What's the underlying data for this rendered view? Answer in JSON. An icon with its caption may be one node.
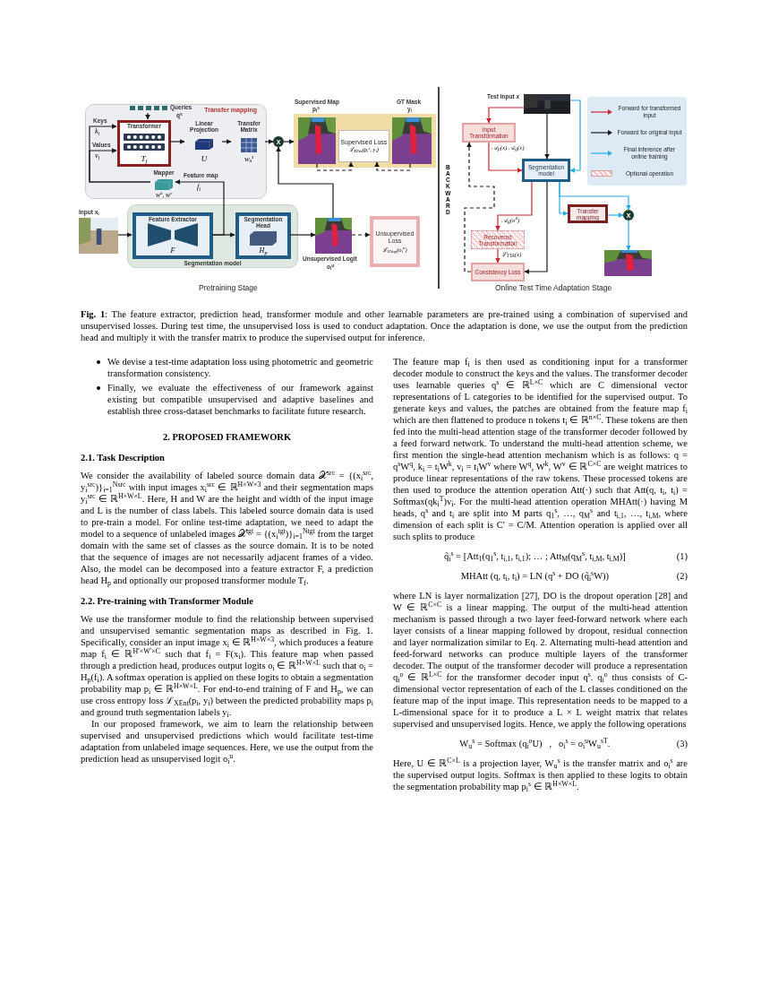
{
  "diagram": {
    "caption": "**Fig. 1**: The feature extractor, prediction head, transformer module and other learnable parameters are pre-trained using a combination of supervised and unsupervised losses. During test time, the unsupervised loss is used to conduct adaptation. Once the adaptation is done, we use the output from the prediction head and multiply it with the transfer matrix to produce the supervised output for inference.",
    "nodes": [
      {
        "text": [
          "Transfer mapping"
        ]
      },
      {
        "text": [
          "Transformer",
          "T$_{f}$"
        ],
        "in": 0
      },
      {
        "text": [
          "Linear Projection",
          "U"
        ],
        "in": 0
      },
      {
        "text": [
          "Transfer Matrix",
          "W$_{u}$$^{s}$"
        ],
        "in": 0
      },
      {
        "text": [
          "X"
        ]
      },
      {
        "text": [],
        "shape": "box"
      },
      {
        "text": [],
        "shape": "picture",
        "in": 5,
        "beside": [
          "Supervised Map",
          "p$_{i}$$^{s}$"
        ]
      },
      {
        "text": [
          "Supervised Loss",
          "ℒ$_{XEnt}$(p$_{i}$$^{s}$, y$_{i}$)"
        ],
        "in": 5
      },
      {
        "text": [],
        "shape": "picture",
        "in": 5,
        "beside": [
          "GT Mask",
          "y$_{i}$"
        ]
      },
      {
        "text": [
          "Mapper",
          "W$^{k}$, W$^{v}$"
        ],
        "in": 0
      },
      {
        "text": [],
        "shape": "box",
        "in": 0,
        "beside": [
          "Queries",
          "q$^{s}$"
        ]
      },
      {
        "text": [
          "Segmentation model"
        ]
      },
      {
        "text": [
          "Feature Extractor",
          "F"
        ],
        "in": 11
      },
      {
        "text": [
          "Segmentation Head",
          "H$_{p}$"
        ],
        "in": 11
      },
      {
        "text": [],
        "shape": "picture",
        "beside": [
          "Input x$_{i}$"
        ]
      },
      {
        "text": [],
        "shape": "picture",
        "beside": [
          "Unsupervised Logit",
          "o$_{i}$$^{u}$"
        ]
      },
      {
        "text": [
          "Unsupervised Loss",
          "ℒ$_{USup}$(o$_{i}$$^{u}$)"
        ]
      },
      {
        "text": [],
        "shape": "picture",
        "beside": [
          "Test Input *x*"
        ]
      },
      {
        "text": [
          "Input Transformation"
        ]
      },
      {
        "text": [
          "Segmentation model"
        ]
      },
      {
        "text": [
          "Transfer mapping"
        ]
      },
      {
        "text": [
          "X"
        ]
      },
      {
        "text": [],
        "shape": "picture"
      },
      {
        "text": [
          "Recovered Transformation"
        ]
      },
      {
        "text": [
          "Consistency Loss"
        ]
      }
    ],
    "edges": [
      {
        "from": 14,
        "to": 12,
        "arrow": "to"
      },
      {
        "from": 12,
        "to": 13,
        "arrow": "to"
      },
      {
        "from": 12,
        "to": 9,
        "arrow": "to",
        "label": "Feature map"
      },
      {
        "from": 13,
        "to": 15,
        "arrow": "to"
      },
      {
        "from": 15,
        "to": 16,
        "arrow": "to",
        "style": "dashed"
      },
      {
        "from": 15,
        "to": 4,
        "arrow": "to"
      },
      {
        "from": 9,
        "to": 1,
        "arrow": "to",
        "label": "Keys"
      },
      {
        "from": 9,
        "to": 1,
        "arrow": "to",
        "label": "Values"
      },
      {
        "from": 10,
        "to": 1,
        "arrow": "to"
      },
      {
        "from": 1,
        "to": 2,
        "arrow": "to"
      },
      {
        "from": 2,
        "to": 3,
        "arrow": "to"
      },
      {
        "from": 3,
        "to": 4,
        "arrow": "to"
      },
      {
        "from": 4,
        "to": 5,
        "arrow": "to"
      },
      {
        "from": 6,
        "to": 7,
        "arrow": "to",
        "style": "dashed"
      },
      {
        "from": 8,
        "to": 7,
        "arrow": "to",
        "style": "dashed"
      },
      {
        "from": 17,
        "to": 18,
        "arrow": "to",
        "color": "#c8282e"
      },
      {
        "from": 18,
        "to": 19,
        "arrow": "to",
        "color": "#c8282e",
        "label": "𝒜$_{p}$(x) 𝒜$_{g}$(x)"
      },
      {
        "from": 17,
        "to": 19,
        "arrow": "to"
      },
      {
        "from": 17,
        "to": 19,
        "arrow": "to",
        "color": "#29abe2"
      },
      {
        "from": 19,
        "to": 23,
        "arrow": "to",
        "color": "#c8282e",
        "label": "𝒜$_{g}$(o$^{u}$)"
      },
      {
        "from": 23,
        "to": 24,
        "arrow": "to",
        "color": "#c8282e",
        "label": "ℒ$_{TTA}$(x)"
      },
      {
        "from": 19,
        "to": 24,
        "arrow": "to"
      },
      {
        "from": 19,
        "to": 21,
        "arrow": "to",
        "color": "#29abe2"
      },
      {
        "from": 19,
        "to": 20,
        "arrow": "to",
        "color": "#29abe2"
      },
      {
        "from": 20,
        "to": 21,
        "arrow": "to",
        "color": "#29abe2"
      },
      {
        "from": 21,
        "to": 22,
        "arrow": "to",
        "color": "#29abe2"
      },
      {
        "from": 24,
        "to": 18,
        "arrow": "to",
        "style": "dashed"
      }
    ],
    "labels": [
      "k$_{i}$",
      "v$_{i}$",
      "f$_{i}$",
      "Pretraining Stage",
      "BACKWARD",
      "Online Test Time Adaptation Stage",
      "We devise a test-time adaptation loss using photometric and geometric transformation consistency.",
      "Finally, we evaluate the effectiveness of our framework against existing but compatible unsupervised and adaptive baselines and establish three cross-dataset benchmarks to facilitate future research.",
      "2. PROPOSED FRAMEWORK",
      "2.1. Task Description",
      "We consider the availability of labeled source domain data 𝒳$^{src}$ = {(x$_{i}$$^{src}$, y$_{i}$$^{src}$)}$_{i=1}$$^{Nsrc}$ with input images x$_{i}$$^{src}$ ∈ ℝ$^{H×W×3}$ and their segmentation maps y$_{i}$$^{src}$ ∈ ℝ$^{H×W×L}$. Here, H and W are the height and width of the input image and L is the number of class labels. This labeled source domain data is used to pre-train a model. For online test-time adaptation, we need to adapt the model to a sequence of unlabeled images 𝒳$^{tgt}$ = {(x$_{i}$$^{tgt}$)}$_{i=1}$$^{Ntgt}$ from the target domain with the same set of classes as the source domain. It is to be noted that the sequence of images are not necessarily adjacent frames of a video. Also, the model can be decomposed into a feature extractor F, a prediction head H$_{p}$ and optionally our proposed transformer module T$_{f}$.",
      "2.2. Pre-training with Transformer Module",
      "We use the transformer module to find the relationship between supervised and unsupervised semantic segmentation maps as described in Fig. 1. Specifically, consider an input image x$_{i}$ ∈ ℝ$^{H×W×3}$, which produces a feature map f$_{i}$ ∈ ℝ$^{H′×W′×C}$ such that f$_{i}$ = F(x$_{i}$). This feature map when passed through a prediction head, produces output logits o$_{i}$ ∈ ℝ$^{H×W×L}$ such that o$_{i}$ = H$_{p}$(f$_{i}$). A softmax operation is applied on these logits to obtain a segmentation probability map p$_{i}$ ∈ ℝ$^{H×W×L}$. For end-to-end training of F and H$_{p}$, we can use cross entropy loss ℒ$_{XEnt}$(p$_{i}$, y$_{i}$) between the predicted probability maps p$_{i}$ and ground truth segmentation labels y$_{i}$.",
      "In our proposed framework, we aim to learn the relationship between supervised and unsupervised predictions which would facilitate test-time adaptation from unlabeled image sequences. Here, we use the output from the prediction head as unsupervised logit o$_{i}$$^{u}$.",
      "The feature map f$_{i}$ is then used as conditioning input for a transformer decoder module to construct the keys and the values. The transformer decoder uses learnable queries q$^{s}$ ∈ ℝ$^{L×C}$ which are C dimensional vector representations of L categories to be identified for the supervised output. To generate keys and values, the patches are obtained from the feature map f$_{i}$ which are then flattened to produce n tokens t$_{i}$ ∈ ℝ$^{n×C}$. These tokens are then fed into the multi-head attention stage of the transformer decoder followed by a feed forward network. To understand the multi-head attention scheme, we first mention the single-head attention mechanism which is as follows: q = q$^{s}$W$^{q}$, k$_{i}$ = t$_{i}$W$^{k}$, v$_{i}$ = t$_{i}$W$^{v}$ where W$^{q}$, W$^{k}$, W$^{v}$ ∈ ℝ$^{C×C}$ are weight matrices to produce linear representations of the raw tokens. These processed tokens are then used to produce the attention operation Att(·) such that Att(q, t$_{i}$, t$_{i}$) = Softmax(qk$_{i}$$^{T}$)v$_{i}$. For the multi-head attention operation MHAtt(·) having M heads, q$^{s}$ and t$_{i}$ are split into M parts q$_{1}$$^{s}$, …, q$_{M}$$^{s}$ and t$_{i,1}$, …, t$_{i,M}$, where dimension of each split is C′ = C/M. Attention operation is applied over all such splits to produce",
      "q̃$_{i}$$^{s}$ = [Att$_{1}$(q$_{1}$$^{s}$, t$_{i,1}$, t$_{i,1}$); … ; Att$_{M}$(q$_{M}$$^{s}$, t$_{i,M}$, t$_{i,M}$)]",
      "(1)",
      "MHAtt (q, t$_{i}$, t$_{i}$) = LN (q$^{s}$ + DO (q̃$_{i}$$^{s}$W))",
      "(2)",
      "where LN is layer normalization [27], DO is the dropout operation [28] and W ∈ ℝ$^{C×C}$ is a linear mapping. The output of the multi-head attention mechanism is passed through a two layer feed-forward network where each layer consists of a linear mapping followed by dropout, residual connection and layer normalization similar to Eq. 2. Alternating multi-head attention and feed-forward networks can produce multiple layers of the transformer decoder. The output of the transformer decoder will produce a representation q$_{i}$$^{o}$ ∈ ℝ$^{L×C}$ for the transformer decoder input q$^{s}$. q$_{i}$$^{o}$ thus consists of C-dimensional vector representation of each of the L classes conditioned on the feature map of the input image. This representation needs to be mapped to a L-dimensional space for it to produce a L × L weight matrix that relates supervised and unsupervised logits. Hence, we apply the following operations",
      "W$_{u}$$^{s}$ = Softmax (q$_{i}$$^{o}$U)   ,   o$_{i}$$^{s}$ = o$_{i}$$^{u}$W$_{u}$$^{sT}$.",
      "(3)",
      "Here, U ∈ ℝ$^{C×L}$ is a projection layer, W$_{u}$$^{s}$ is the transfer matrix and o$_{i}$$^{s}$ are the supervised output logits. Softmax is then applied to these logits to obtain the segmentation probability map p$_{i}$$^{s}$ ∈ ℝ$^{H×W×L}$."
    ],
    "legend": [
      {
        "text": "Forward for transformed input"
      },
      {
        "text": "Forward for original input"
      },
      {
        "text": "Final inference after online training"
      },
      {
        "text": "Optional operation"
      }
    ]
  }
}
